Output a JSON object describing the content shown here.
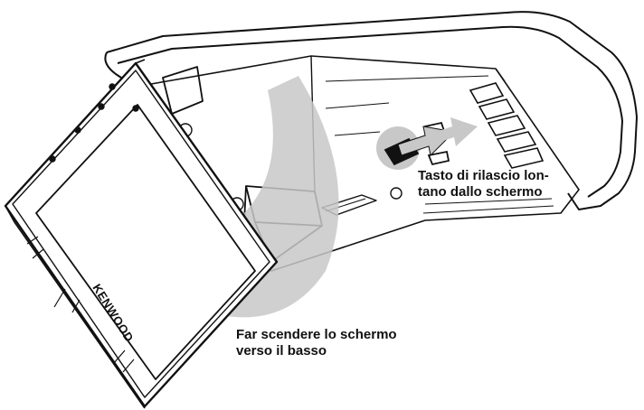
{
  "callouts": {
    "release_button": {
      "line1": "Tasto di rilascio lon-",
      "line2": "tano dallo schermo"
    },
    "lower_screen": {
      "line1": "Far scendere lo schermo",
      "line2": "verso il basso"
    }
  },
  "logo": {
    "brand": "KENWOOD"
  },
  "colors": {
    "outline": "#111111",
    "arrow_fill": "#c8c8c8",
    "background": "#ffffff"
  }
}
